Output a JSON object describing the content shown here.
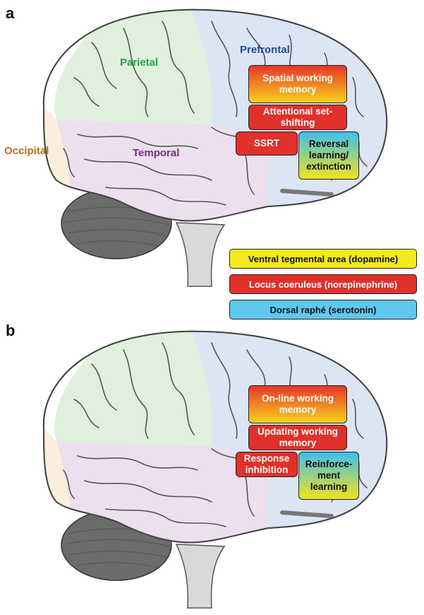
{
  "panel_a": {
    "letter": "a",
    "lobes": {
      "prefrontal": "Prefrontal",
      "parietal": "Parietal",
      "occipital": "Occipital",
      "temporal": "Temporal"
    },
    "boxes": {
      "spatial": "Spatial working memory",
      "attentional": "Attentional set-shifting",
      "ssrt": "SSRT",
      "reversal": "Reversal learning/ extinction"
    }
  },
  "panel_b": {
    "letter": "b",
    "boxes": {
      "online": "On-line working memory",
      "updating": "Updating working memory",
      "response": "Response inhibition",
      "reinforcement": "Reinforce-ment learning"
    }
  },
  "legend": {
    "vta": "Ventral tegmental area (dopamine)",
    "lc": "Locus coeruleus (norepinephrine)",
    "raphe": "Dorsal raphé (serotonin)"
  },
  "colors": {
    "dopamine": "#f5ea1e",
    "norepinephrine": "#e2302a",
    "serotonin": "#5ec8ee",
    "prefrontal": "#dce5f4",
    "parietal": "#e0f0dd",
    "temporal": "#ece0ee",
    "occipital": "#fbeedd",
    "cerebellum": "#6b6b6b",
    "label_prefrontal": "#1f4e8c",
    "label_parietal": "#1fa34a",
    "label_occipital": "#b86e1e",
    "label_temporal": "#7b2a7c"
  }
}
